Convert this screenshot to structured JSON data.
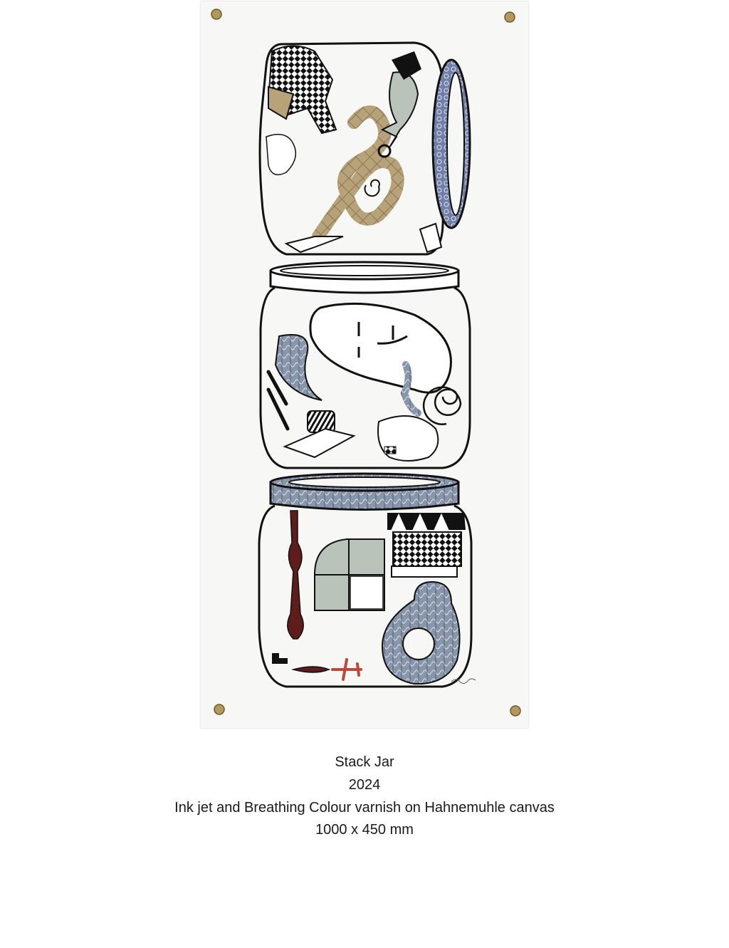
{
  "artwork": {
    "image_name": "stack-jar-canvas-print",
    "colors": {
      "paper": "#f7f7f5",
      "ink": "#111111",
      "gold": "#b8a27a",
      "blue": "#6f7fa8",
      "grey_blue": "#8796aa",
      "sage": "#b9c3ba",
      "oxblood": "#5e1d1a",
      "red": "#b84a3a",
      "brass": "#b39a5c"
    }
  },
  "caption": {
    "title": "Stack Jar",
    "year": "2024",
    "medium": "Ink jet and Breathing Colour varnish on Hahnemuhle canvas",
    "dimensions": "1000 x 450 mm"
  }
}
